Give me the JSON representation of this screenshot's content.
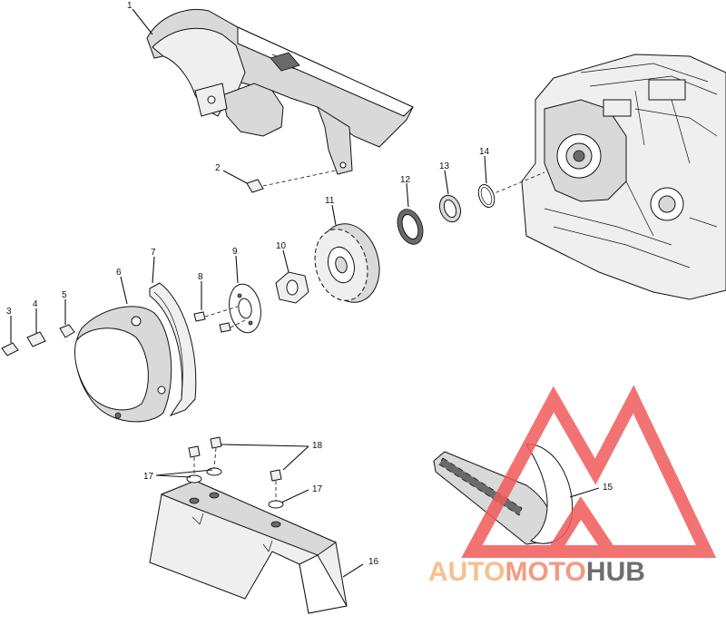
{
  "callouts": {
    "c1": "1",
    "c2": "2",
    "c3": "3",
    "c4": "4",
    "c5": "5",
    "c6": "6",
    "c7": "7",
    "c8": "8",
    "c9": "9",
    "c10": "10",
    "c11": "11",
    "c12": "12",
    "c13": "13",
    "c14": "14",
    "c15": "15",
    "c16": "16",
    "c17a": "17",
    "c17b": "17",
    "c18": "18"
  },
  "watermark": {
    "part1": "AUTO",
    "part2": "MOTO",
    "part3": "HUB",
    "color_light": "#f6b67a",
    "color_mid": "#f08a6a",
    "color_dark": "#555555",
    "logo_color": "#f05a5a"
  }
}
